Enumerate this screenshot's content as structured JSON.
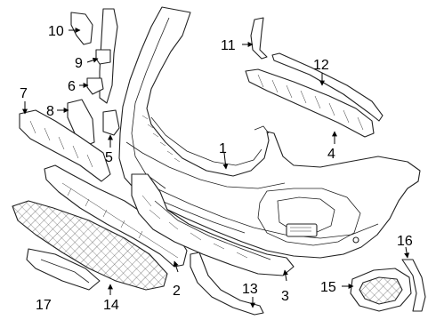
{
  "callouts": [
    {
      "id": "c1",
      "text": "1"
    },
    {
      "id": "c2",
      "text": "2"
    },
    {
      "id": "c3",
      "text": "3"
    },
    {
      "id": "c4",
      "text": "4"
    },
    {
      "id": "c5",
      "text": "5"
    },
    {
      "id": "c6",
      "text": "6"
    },
    {
      "id": "c7",
      "text": "7"
    },
    {
      "id": "c8",
      "text": "8"
    },
    {
      "id": "c9",
      "text": "9"
    },
    {
      "id": "c10",
      "text": "10"
    },
    {
      "id": "c11",
      "text": "11"
    },
    {
      "id": "c12",
      "text": "12"
    },
    {
      "id": "c13",
      "text": "13"
    },
    {
      "id": "c14",
      "text": "14"
    },
    {
      "id": "c15",
      "text": "15"
    },
    {
      "id": "c16",
      "text": "16"
    },
    {
      "id": "c17",
      "text": "17"
    }
  ]
}
